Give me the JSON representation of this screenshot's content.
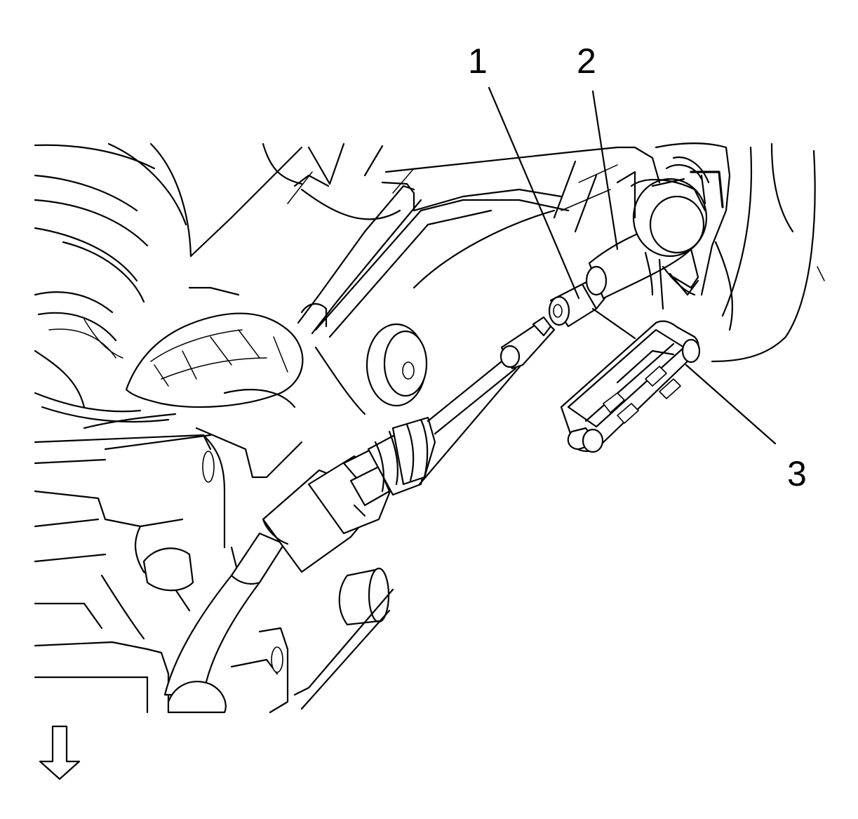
{
  "callouts": {
    "c1": "1",
    "c2": "2",
    "c3": "3"
  },
  "icons": {
    "direction_arrow": "arrow-down-icon"
  },
  "colors": {
    "ink": "#000000",
    "paper": "#ffffff"
  }
}
